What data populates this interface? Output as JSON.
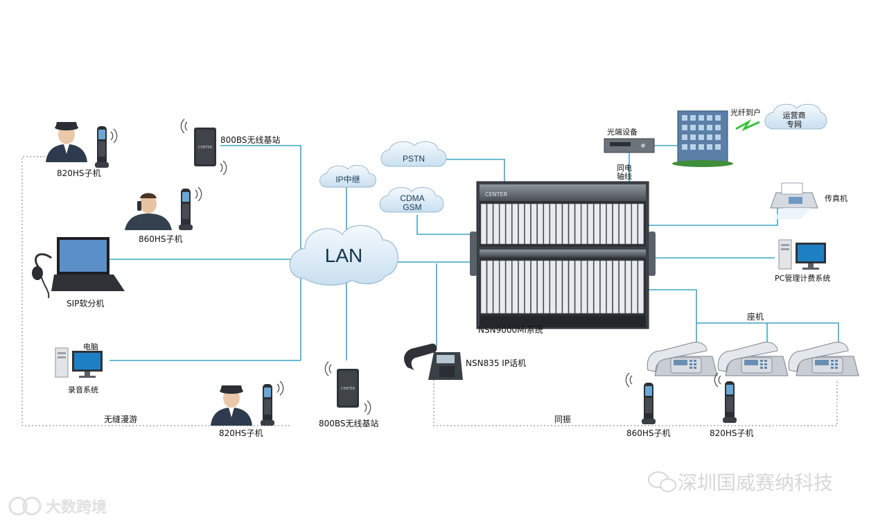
{
  "network": {
    "lan_label": "LAN",
    "ip_trunk_label": "IP中继",
    "pstn_label": "PSTN",
    "cdma_line1": "CDMA",
    "cdma_line2": "GSM",
    "system_label": "NSN9000Mi系统",
    "system_brand": "CENTER",
    "optical_device_label": "光端设备",
    "coax_line1": "同电",
    "coax_line2": "轴线",
    "fiber_label": "光纤到户",
    "carrier_line1": "运营商",
    "carrier_line2": "专网"
  },
  "left_devices": {
    "handset_820_top": "820HS子机",
    "base_station_top": "800BS无线基站",
    "handset_860_left": "860HS子机",
    "sip_softphone": "SIP软分机",
    "computer": "电脑",
    "recording_system": "录音系统",
    "seamless_roaming": "无缝漫游",
    "handset_820_bottom": "820HS子机",
    "base_station_bottom": "800BS无线基站"
  },
  "right_devices": {
    "fax": "传真机",
    "pc_billing": "PC管理计费系统",
    "desk_phones": "座机",
    "ip_phone": "NSN835 IP话机",
    "ringing_together": "同振",
    "handset_860_right": "860HS子机",
    "handset_820_right": "820HS子机"
  },
  "watermarks": {
    "right": "深圳国威赛纳科技",
    "left": "大数跨境"
  },
  "colors": {
    "connection_line": "#3aa6c4",
    "cloud_fill": "#dbeaf5",
    "chassis": "#3c4148",
    "building": "#5b7fa6"
  }
}
